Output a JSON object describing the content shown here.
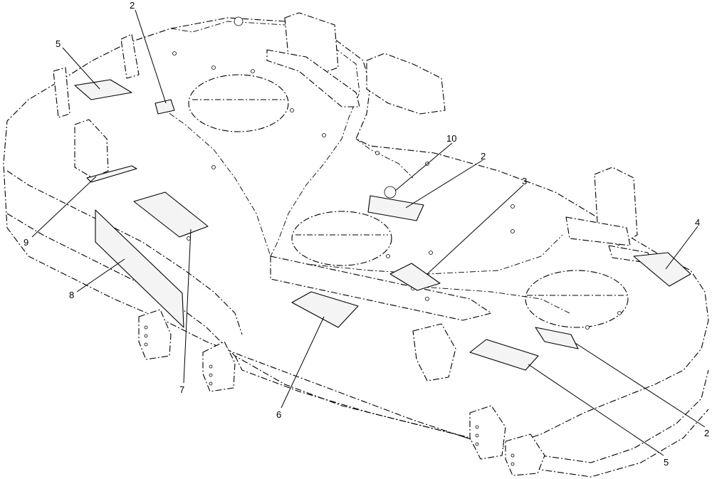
{
  "callouts": [
    {
      "id": "c2-top",
      "label": "2"
    },
    {
      "id": "c5-left",
      "label": "5"
    },
    {
      "id": "c10",
      "label": "10"
    },
    {
      "id": "c2-mid",
      "label": "2"
    },
    {
      "id": "c3",
      "label": "3"
    },
    {
      "id": "c4",
      "label": "4"
    },
    {
      "id": "c9",
      "label": "9"
    },
    {
      "id": "c8",
      "label": "8"
    },
    {
      "id": "c7",
      "label": "7"
    },
    {
      "id": "c6",
      "label": "6"
    },
    {
      "id": "c2-bottom",
      "label": "2"
    },
    {
      "id": "c5-bottom",
      "label": "5"
    }
  ]
}
